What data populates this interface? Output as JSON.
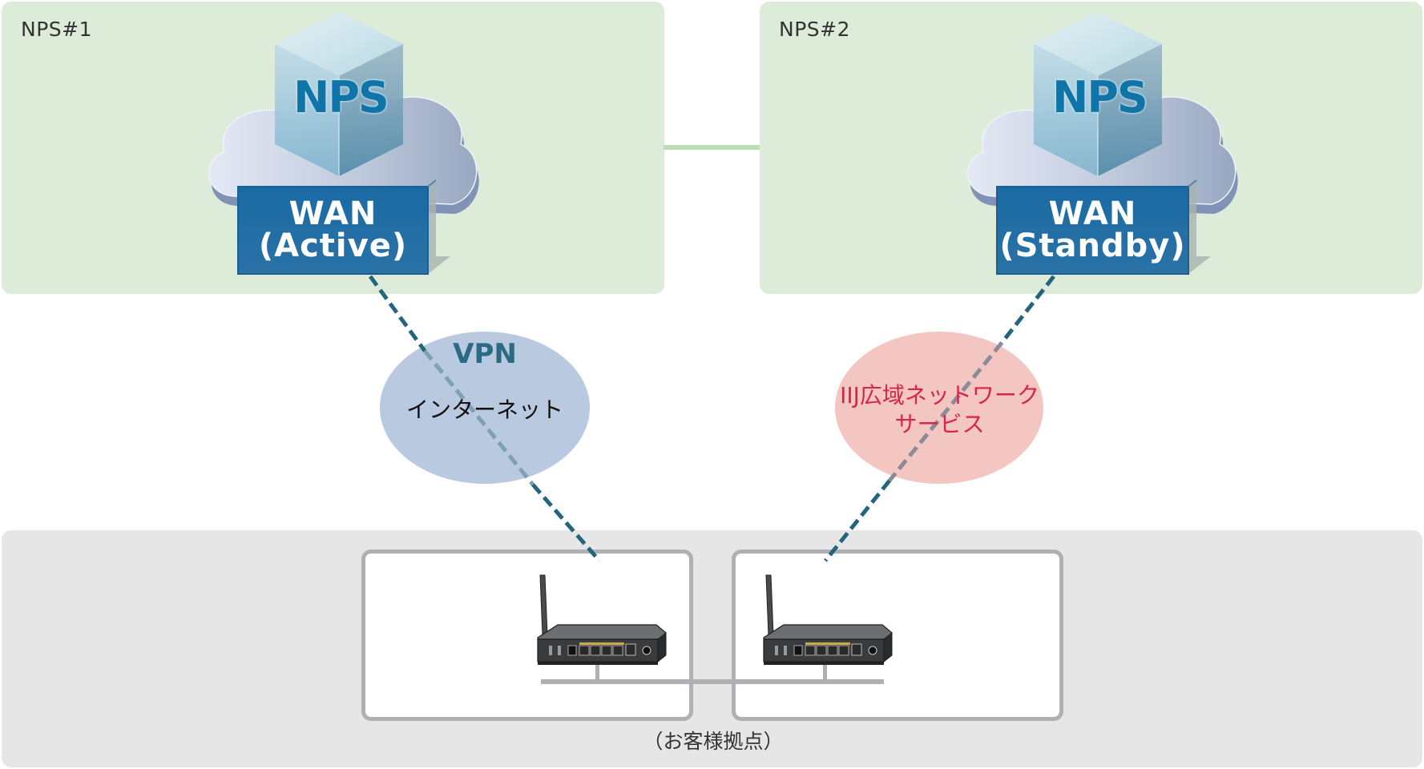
{
  "diagram": {
    "sites": [
      {
        "label": "NPS#1",
        "server_label": "NPS",
        "wan_label_line1": "WAN",
        "wan_label_line2": "(Active)"
      },
      {
        "label": "NPS#2",
        "server_label": "NPS",
        "wan_label_line1": "WAN",
        "wan_label_line2": "(Standby)"
      }
    ],
    "networks": [
      {
        "title": "VPN",
        "subtitle": "インターネット"
      },
      {
        "line1": "IIJ広域ネットワーク",
        "line2": "サービス"
      }
    ],
    "customer_site": {
      "caption": "（お客様拠点）",
      "routers": [
        {
          "icon": "router-icon"
        },
        {
          "icon": "router-icon"
        }
      ]
    },
    "colors": {
      "nps_panel": "#dcecd8",
      "inter_site_link": "#bcdcb4",
      "customer_panel": "#e6e6e6",
      "router_box_border": "#aeb0b3",
      "vpn_ellipse": "#b9c9df",
      "wan_service_ellipse": "#f3c6c1",
      "wan_service_text": "#d8244a",
      "vpn_title": "#2a6a82",
      "wan_box": "#2068a0",
      "dashed_active": "#23647e",
      "dashed_standby_inside": "#8a8a98"
    }
  }
}
